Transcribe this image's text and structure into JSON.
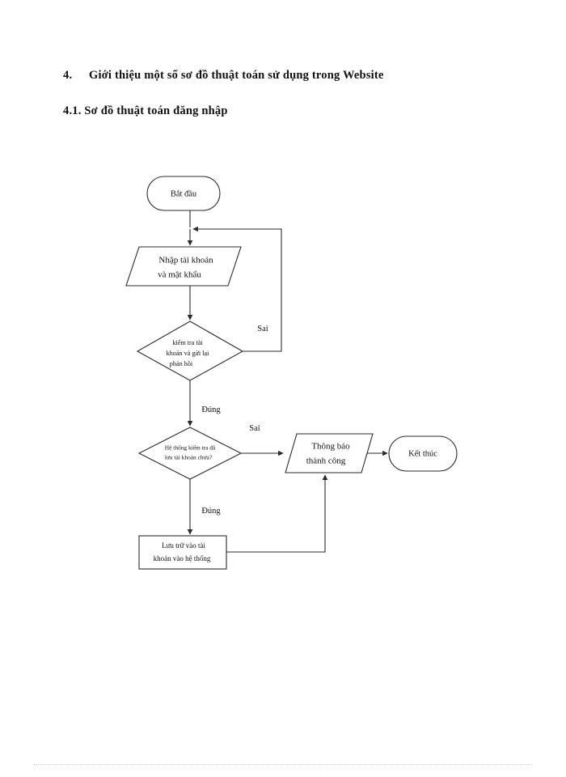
{
  "document": {
    "headings": [
      {
        "number": "4.",
        "text": "Giới thiệu một số sơ đồ thuật toán sử dụng trong Website"
      },
      {
        "text": "4.1. Sơ đồ thuật toán đăng nhập"
      }
    ]
  },
  "flowchart": {
    "title": "Sơ đồ thuật toán đăng nhập",
    "stroke_color": "#2b2b2b",
    "fill_color": "#ffffff",
    "nodes": {
      "start": {
        "label": "Bắt đầu",
        "shape": "terminal"
      },
      "input": {
        "line1": "Nhập tài khoản",
        "line2": "và mật khẩu",
        "shape": "parallelogram"
      },
      "check_account": {
        "line1": "kiểm tra tài",
        "line2": "khoản và gửi lại",
        "line3": "phản hồi",
        "shape": "decision"
      },
      "check_saved": {
        "line1": "Hệ thống kiểm tra đã",
        "line2": "lưu tài khoản chưa?",
        "shape": "decision"
      },
      "notify": {
        "line1": "Thông báo",
        "line2": "thành công",
        "shape": "parallelogram"
      },
      "end": {
        "label": "Kết thúc",
        "shape": "terminal"
      },
      "store": {
        "line1": "Lưu trữ vào tài",
        "line2": "khoản vào hệ thống",
        "shape": "process"
      }
    },
    "edge_labels": {
      "check_account_false": "Sai",
      "check_account_true": "Đúng",
      "check_saved_false": "Sai",
      "check_saved_true": "Đúng"
    }
  }
}
